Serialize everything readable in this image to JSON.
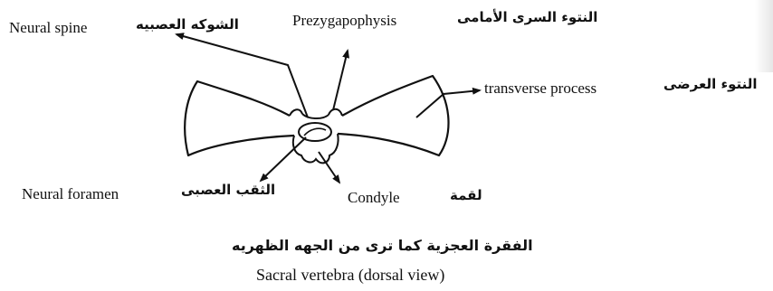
{
  "labels": {
    "neural_spine_en": "Neural spine",
    "neural_spine_ar": "الشوكه العصبيه",
    "prezygapophysis_en": "Prezygapophysis",
    "prezygapophysis_ar": "النتوء السرى الأمامى",
    "transverse_process_en": "transverse process",
    "transverse_process_ar": "النتوء العرضى",
    "neural_foramen_en": "Neural foramen",
    "neural_foramen_ar": "الثقب العصبى",
    "condyle_en": "Condyle",
    "condyle_ar": "لقمة"
  },
  "caption": {
    "arabic": "الفقرة العجزية كما ترى من الجهه الظهريه",
    "english": "Sacral vertebra (dorsal view)"
  }
}
